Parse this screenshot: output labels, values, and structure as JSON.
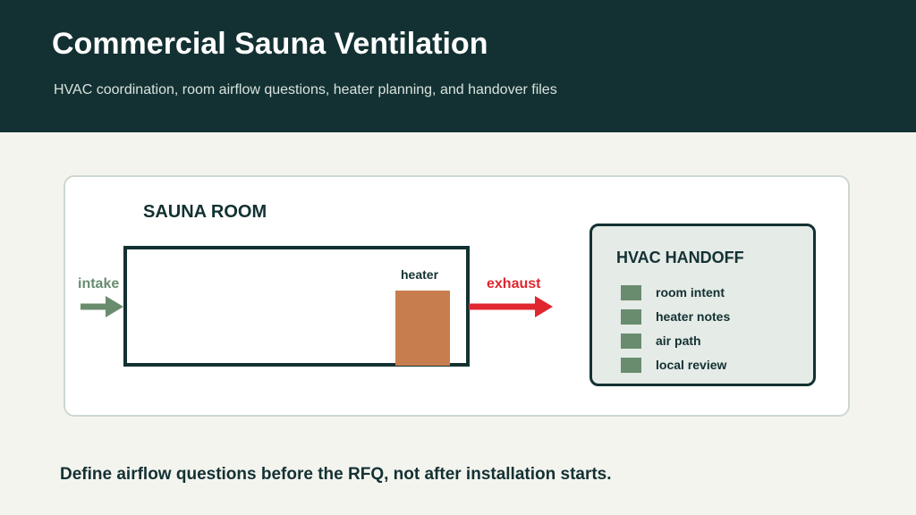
{
  "header": {
    "title": "Commercial Sauna Ventilation",
    "subtitle": "HVAC coordination, room airflow questions, heater planning, and handover files"
  },
  "diagram": {
    "room_label": "SAUNA ROOM",
    "heater_label": "heater",
    "intake_label": "intake",
    "exhaust_label": "exhaust",
    "colors": {
      "intake": "#6a8c6e",
      "exhaust": "#e0262f",
      "heater": "#c87d4e",
      "dark": "#133132"
    }
  },
  "handoff": {
    "title": "HVAC HANDOFF",
    "items": [
      "room intent",
      "heater notes",
      "air path",
      "local review"
    ]
  },
  "footer": {
    "text": "Define airflow questions before the RFQ, not after installation starts."
  }
}
